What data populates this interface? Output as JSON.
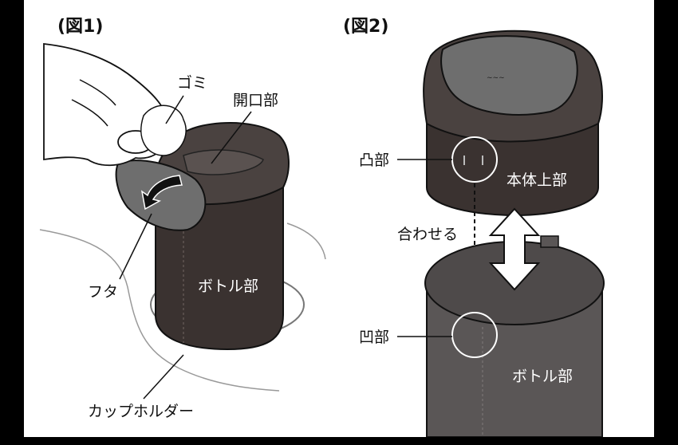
{
  "fig1": {
    "title": "(図1)",
    "labels": {
      "gomi": "ゴミ",
      "opening": "開口部",
      "lid": "フタ",
      "bottle": "ボトル部",
      "cupholder": "カップホルダー"
    }
  },
  "fig2": {
    "title": "(図2)",
    "labels": {
      "convex": "凸部",
      "body_top": "本体上部",
      "align": "合わせる",
      "concave": "凹部",
      "bottle": "ボトル部"
    }
  },
  "colors": {
    "frame": "#000000",
    "panel": "#ffffff",
    "bottle_dark": "#3a3230",
    "bottle_light": "#5a5656",
    "lid_gray": "#6e6e6e",
    "line": "#111111"
  }
}
